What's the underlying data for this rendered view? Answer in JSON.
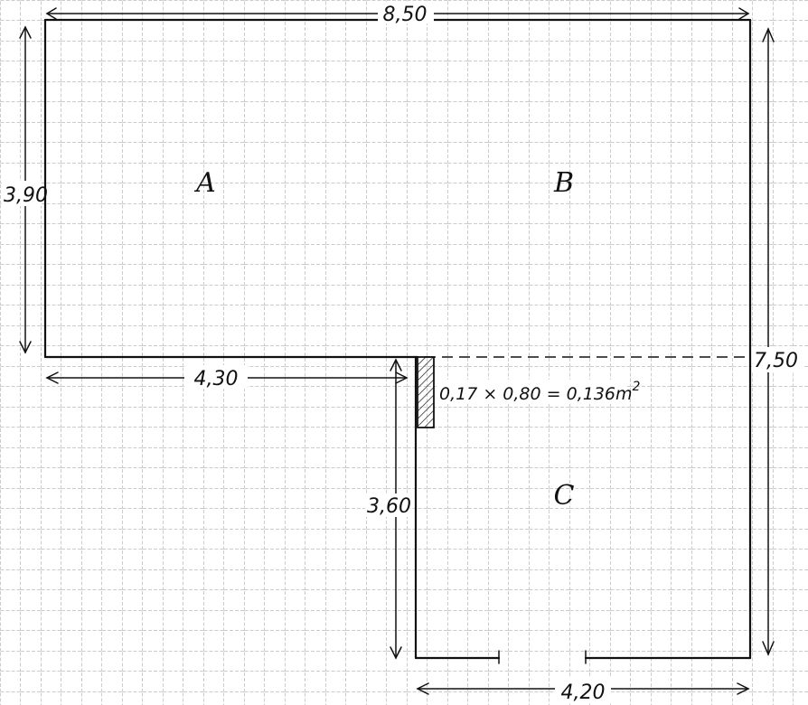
{
  "rooms": {
    "a": "A",
    "b": "B",
    "c": "C"
  },
  "dimensions": {
    "top_width": "8,50",
    "left_height": "3,90",
    "right_height": "7,50",
    "a_width": "4,30",
    "c_height": "3,60",
    "bottom_width": "4,20"
  },
  "note": {
    "text": "0,17 × 0,80 = 0,136m",
    "superscript": "2"
  },
  "colors": {
    "ink": "#111111",
    "grid": "#9a9a9a",
    "paper": "#ffffff"
  }
}
